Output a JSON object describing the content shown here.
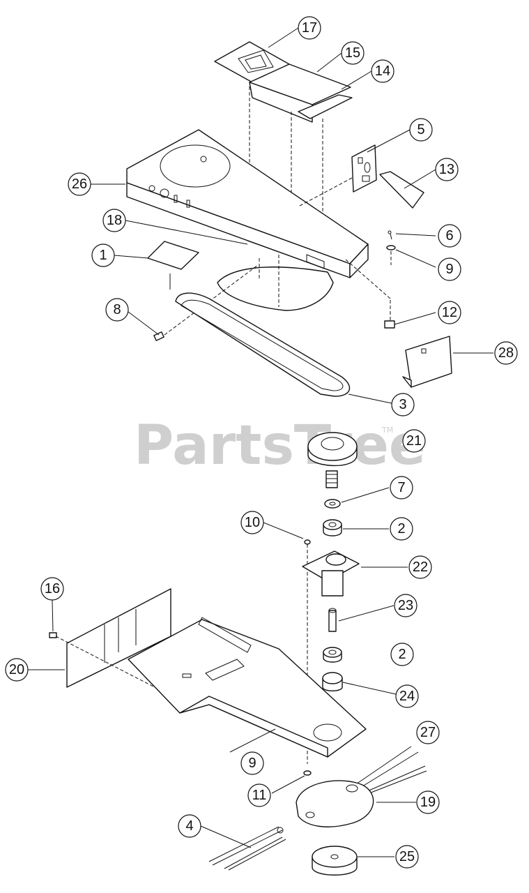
{
  "watermark": {
    "text": "PartsTree",
    "trademark": "TM"
  },
  "callouts": {
    "c17": "17",
    "c15": "15",
    "c14": "14",
    "c5": "5",
    "c26": "26",
    "c13": "13",
    "c18": "18",
    "c6": "6",
    "c1": "1",
    "c9a": "9",
    "c8": "8",
    "c12": "12",
    "c28": "28",
    "c3": "3",
    "c21": "21",
    "c7": "7",
    "c10": "10",
    "c2a": "2",
    "c22": "22",
    "c16": "16",
    "c23": "23",
    "c2b": "2",
    "c20": "20",
    "c24": "24",
    "c27": "27",
    "c9b": "9",
    "c11": "11",
    "c19": "19",
    "c4": "4",
    "c25": "25"
  }
}
